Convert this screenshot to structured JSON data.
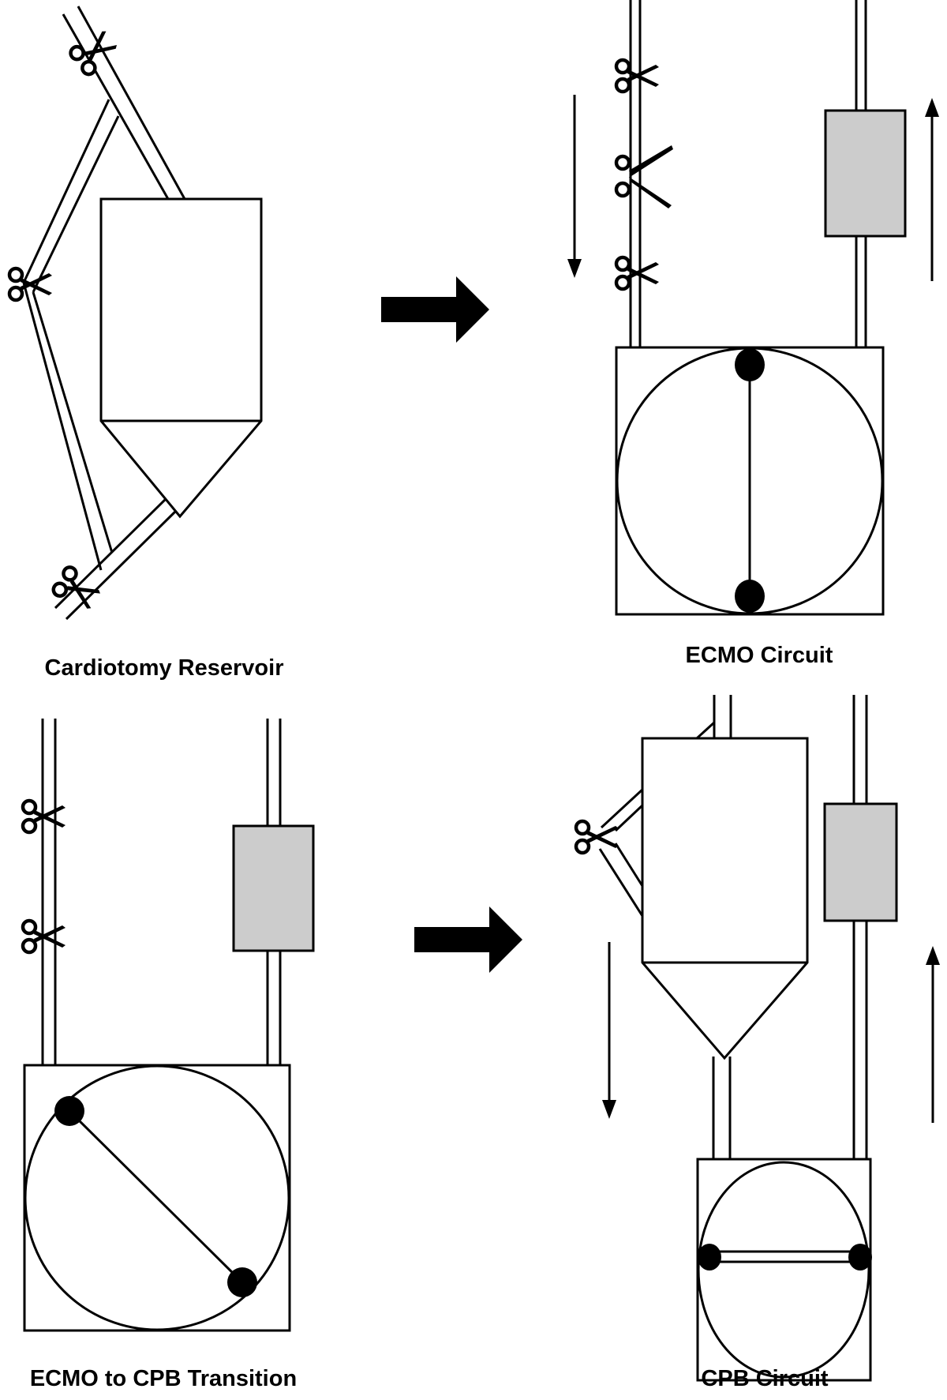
{
  "panels": {
    "cardiotomy": {
      "label": "Cardiotomy Reservoir"
    },
    "ecmo": {
      "label": "ECMO Circuit"
    },
    "transition": {
      "label": "ECMO to CPB Transition"
    },
    "cpb": {
      "label": "CPB Circuit"
    }
  },
  "colors": {
    "line": "#000000",
    "oxygenator_fill": "#cccccc",
    "background": "#ffffff"
  },
  "icons": {
    "clamp": "scissors-icon",
    "transition_arrow": "right-arrow-icon",
    "flow_arrow": "flow-arrow-icon"
  }
}
